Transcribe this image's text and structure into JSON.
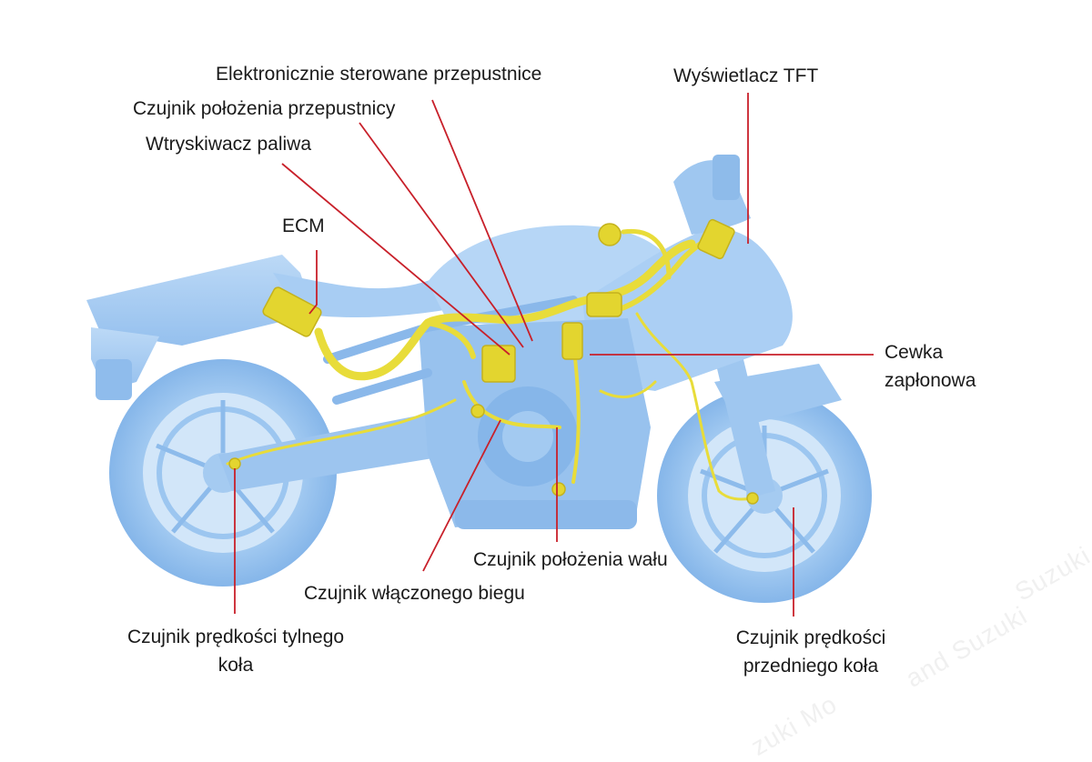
{
  "labels": {
    "throttle_bodies": "Elektronicznie sterowane przepustnice",
    "throttle_position_sensor": "Czujnik położenia przepustnicy",
    "fuel_injector": "Wtryskiwacz paliwa",
    "ecm": "ECM",
    "tft_display": "Wyświetlacz TFT",
    "ignition_coil_line1": "Cewka",
    "ignition_coil_line2": "zapłonowa",
    "crank_position_sensor": "Czujnik położenia wału",
    "gear_position_sensor": "Czujnik włączonego biegu",
    "rear_wheel_speed_line1": "Czujnik prędkości tylnego",
    "rear_wheel_speed_line2": "koła",
    "front_wheel_speed_line1": "Czujnik prędkości",
    "front_wheel_speed_line2": "przedniego koła"
  },
  "watermark": {
    "text_top": "Suzuki M",
    "text_mid": "and Suzuki",
    "text_bottom": "zuki Mo"
  },
  "colors": {
    "bike_body": "#a9cdf2",
    "bike_dark": "#7fb0e6",
    "harness": "#e9df3a",
    "harness_dark": "#c9b820",
    "leader_line": "#c8202a",
    "text": "#1a1a1a"
  }
}
